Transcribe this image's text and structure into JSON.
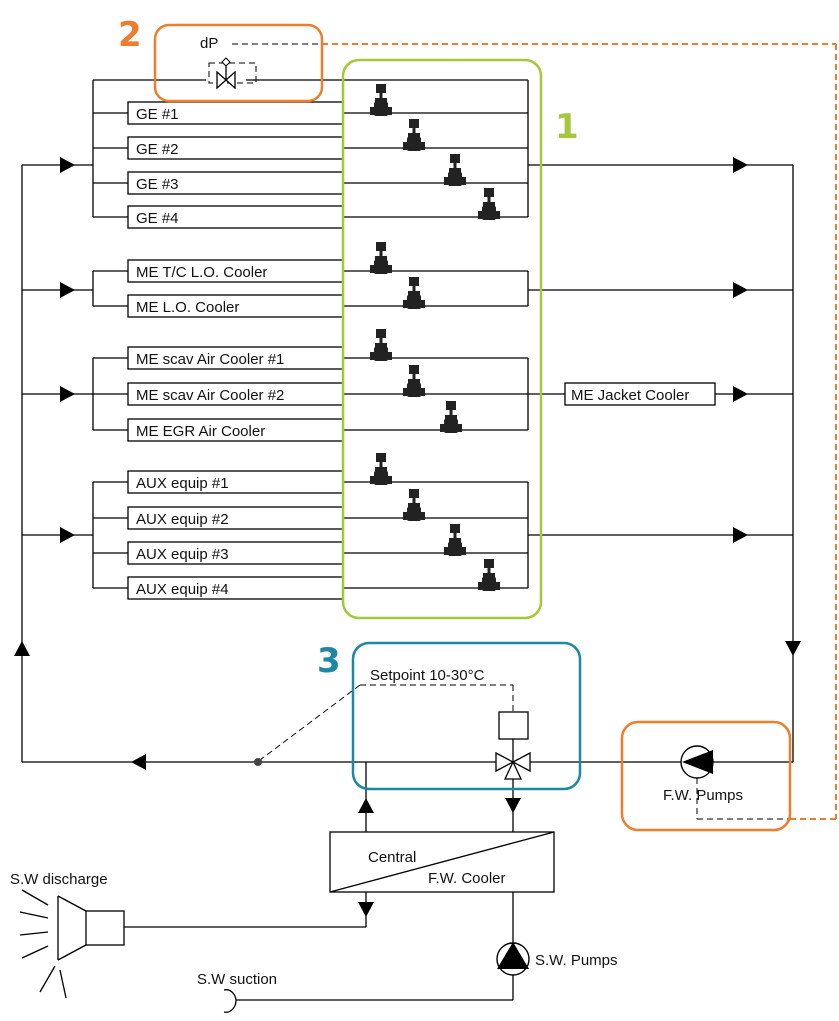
{
  "labels": {
    "dp": "dP",
    "ge": [
      "GE  #1",
      "GE  #2",
      "GE  #3",
      "GE  #4"
    ],
    "me_lo": [
      "ME T/C L.O. Cooler",
      "ME L.O. Cooler"
    ],
    "me_air": [
      "ME scav Air Cooler #1",
      "ME scav Air Cooler #2",
      "ME EGR Air Cooler"
    ],
    "aux": [
      "AUX equip #1",
      "AUX equip #2",
      "AUX equip #3",
      "AUX equip #4"
    ],
    "me_jacket": "ME Jacket Cooler",
    "setpoint": "Setpoint 10-30°C",
    "fw_pumps": "F.W. Pumps",
    "central": "Central",
    "fw_cooler": "F.W. Cooler",
    "sw_discharge": "S.W discharge",
    "sw_pumps": "S.W. Pumps",
    "sw_suction": "S.W suction"
  },
  "callouts": [
    {
      "number": "1",
      "color": "#a5c83a"
    },
    {
      "number": "2",
      "color": "#ee7d2d"
    },
    {
      "number": "3",
      "color": "#1e87a5"
    }
  ],
  "icons": {
    "control_valve": "motorized-valve-icon",
    "pump": "pump-icon",
    "three_way_valve": "three-way-valve-icon",
    "nozzle": "discharge-nozzle-icon"
  }
}
